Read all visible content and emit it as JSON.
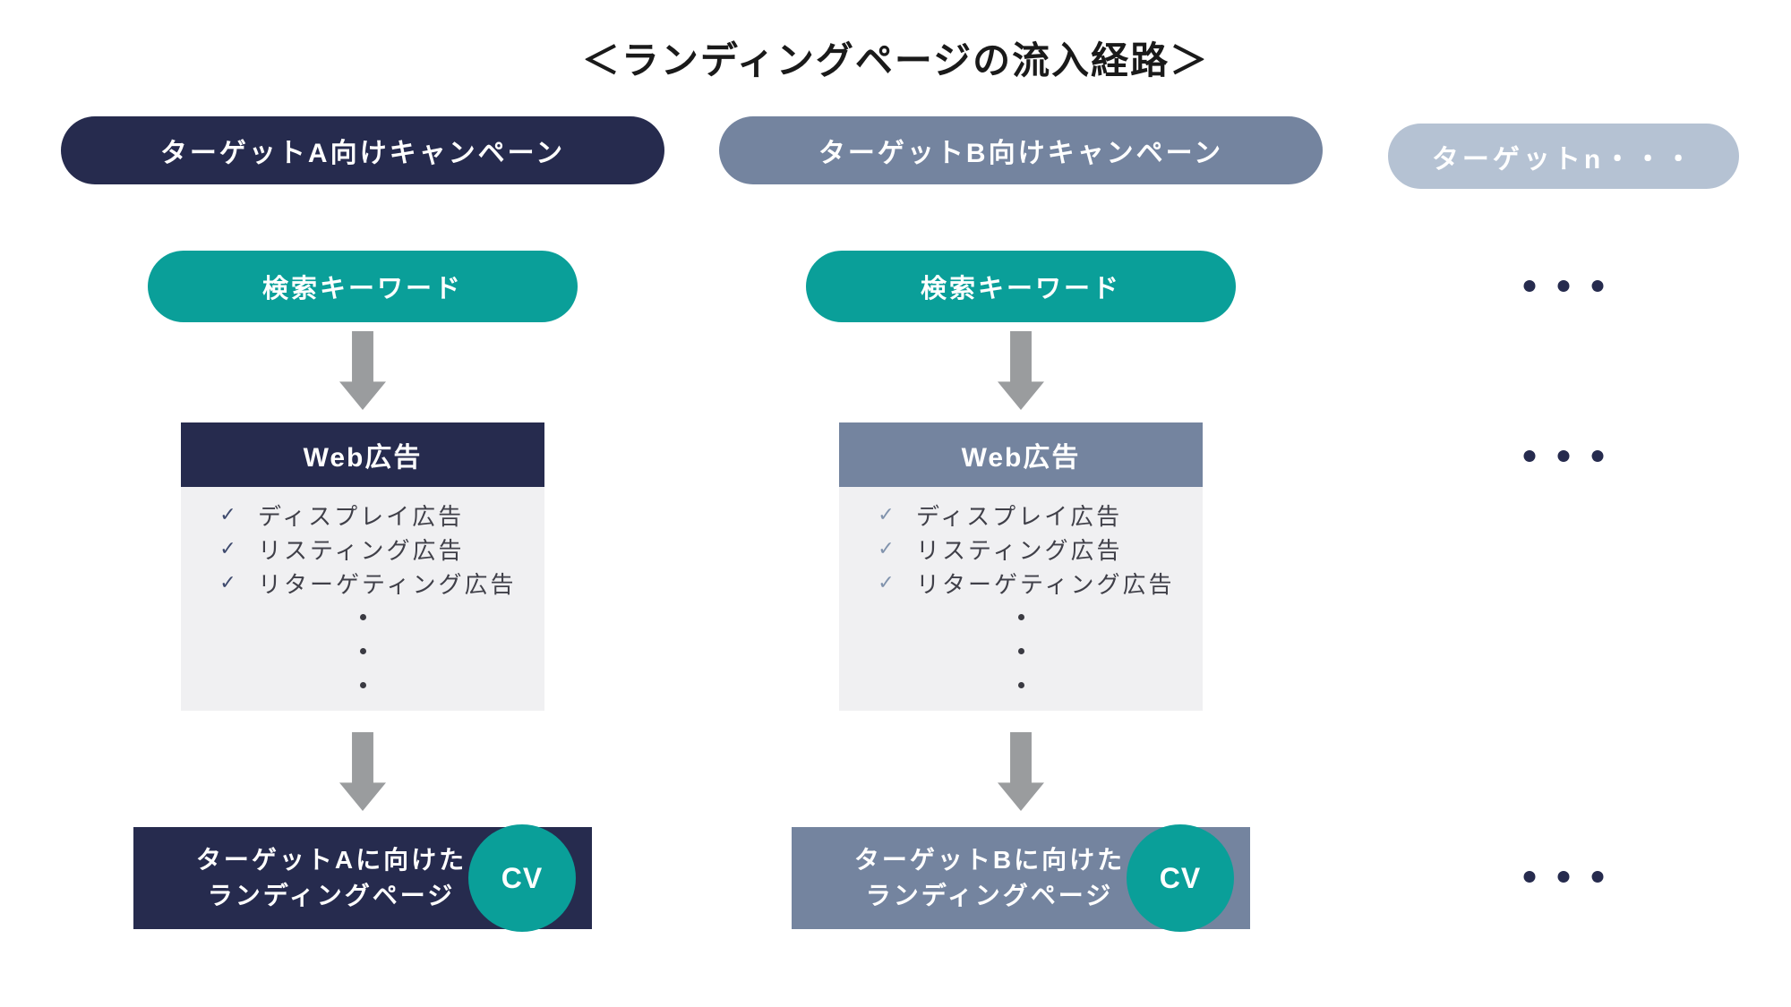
{
  "title": "＜ランディングページの流入経路＞",
  "colors": {
    "navy": "#262B4E",
    "steel_blue": "#74849F",
    "light_steel_blue": "#B5C2D3",
    "teal": "#0A9F99",
    "arrow_gray": "#9A9C9E",
    "list_panel_bg": "#F0F0F2",
    "list_text": "#404049"
  },
  "columns": [
    {
      "campaign_label": "ターゲットA向けキャンペーン",
      "keyword_label": "検索キーワード",
      "web_ad": {
        "header": "Web広告",
        "check_icon": "✓",
        "items": [
          "ディスプレイ広告",
          "リスティング広告",
          "リターゲティング広告"
        ],
        "ellipsis": "・・・"
      },
      "landing": {
        "line1": "ターゲットAに向けた",
        "line2": "ランディングページ",
        "cv_badge": "CV"
      }
    },
    {
      "campaign_label": "ターゲットB向けキャンペーン",
      "keyword_label": "検索キーワード",
      "web_ad": {
        "header": "Web広告",
        "check_icon": "✓",
        "items": [
          "ディスプレイ広告",
          "リスティング広告",
          "リターゲティング広告"
        ],
        "ellipsis": "・・・"
      },
      "landing": {
        "line1": "ターゲットBに向けた",
        "line2": "ランディングページ",
        "cv_badge": "CV"
      }
    },
    {
      "campaign_label": "ターゲットn・・・",
      "ellipsis_rows": [
        "・・・",
        "・・・",
        "・・・"
      ]
    }
  ]
}
